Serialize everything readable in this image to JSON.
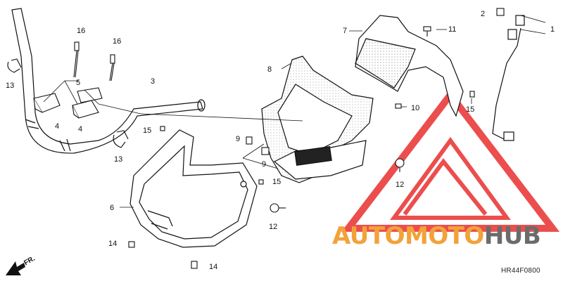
{
  "diagram_code": "HR44F0800",
  "direction_label": "FR.",
  "watermark": {
    "part1": "AUTO",
    "part2": "MOTO",
    "part3": "HUB",
    "color_primary": "#f2a23a",
    "color_secondary": "#6b6b6b",
    "logo_color": "#e8302e"
  },
  "callouts": [
    "1",
    "2",
    "3",
    "4",
    "4",
    "5",
    "6",
    "7",
    "8",
    "9",
    "9",
    "10",
    "11",
    "12",
    "12",
    "13",
    "13",
    "14",
    "14",
    "15",
    "15",
    "15",
    "16",
    "16"
  ]
}
